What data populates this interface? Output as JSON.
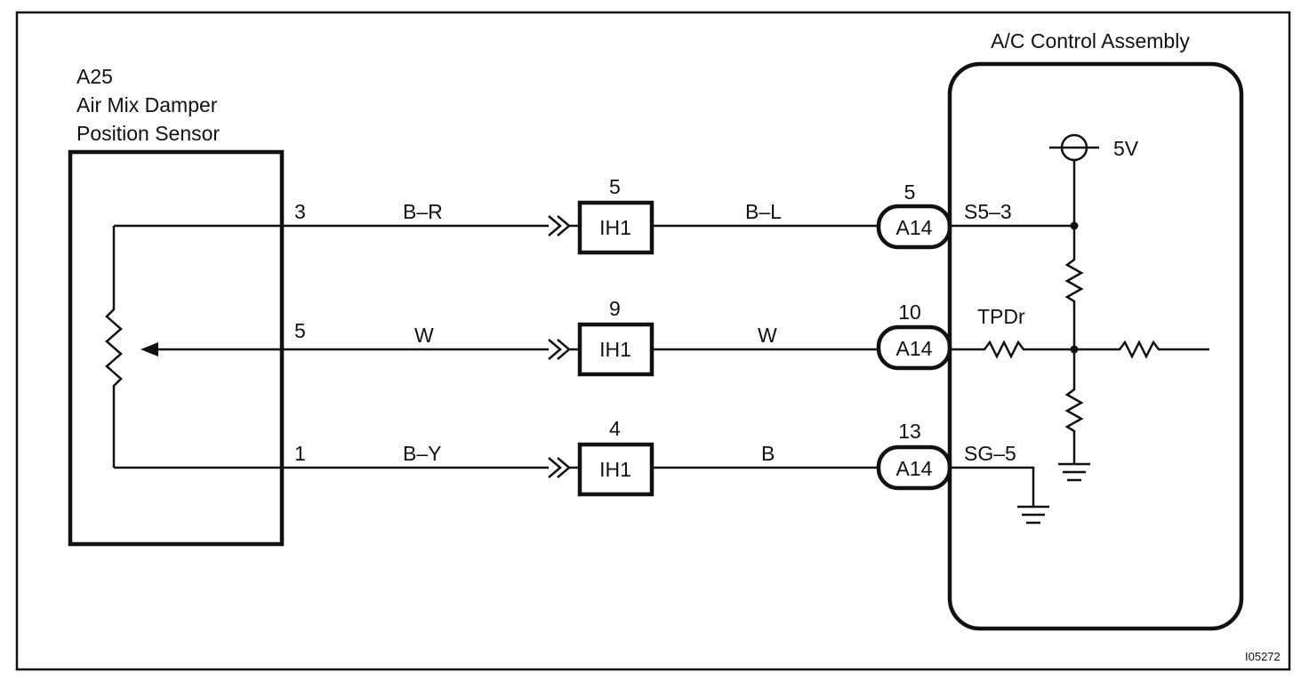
{
  "sensor": {
    "code": "A25",
    "name_line1": "Air Mix Damper",
    "name_line2": "Position Sensor",
    "pin_top": "3",
    "pin_mid": "5",
    "pin_bot": "1"
  },
  "wires_left": {
    "top": "B–R",
    "mid": "W",
    "bot": "B–Y"
  },
  "junctions": {
    "top": {
      "pin": "5",
      "label": "IH1"
    },
    "mid": {
      "pin": "9",
      "label": "IH1"
    },
    "bot": {
      "pin": "4",
      "label": "IH1"
    }
  },
  "wires_right": {
    "top": "B–L",
    "mid": "W",
    "bot": "B"
  },
  "connectors": {
    "top": {
      "pin": "5",
      "label": "A14"
    },
    "mid": {
      "pin": "10",
      "label": "A14"
    },
    "bot": {
      "pin": "13",
      "label": "A14"
    }
  },
  "assembly": {
    "title": "A/C Control Assembly",
    "supply": "5V",
    "sig_top": "S5–3",
    "sig_mid": "TPDr",
    "sig_bot": "SG–5"
  },
  "figure_id": "I05272"
}
